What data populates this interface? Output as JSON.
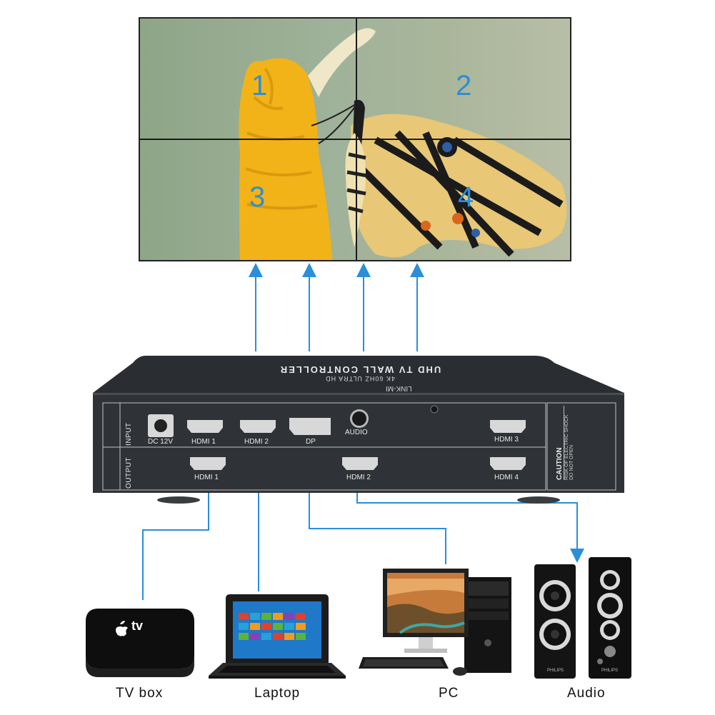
{
  "wall": {
    "quadrants": [
      "1",
      "2",
      "3",
      "4"
    ]
  },
  "controller": {
    "brand": "LINK-MI",
    "title": "UHD TV WALL CONTROLLER",
    "subtitle": "4K 60HZ ULTRA HD",
    "input_label": "INPUT",
    "output_label": "OUTPUT",
    "inputs": {
      "dc": "DC 12V",
      "hdmi1": "HDMI 1",
      "hdmi2": "HDMI 2",
      "dp": "DP",
      "audio": "AUDIO"
    },
    "outputs": {
      "hdmi1": "HDMI 1",
      "hdmi2": "HDMI 2",
      "hdmi3": "HDMI 3",
      "hdmi4": "HDMI 4"
    },
    "caution": {
      "title": "CAUTION",
      "line1": "RISK OF ELECTRIC SHOCK",
      "line2": "DO NOT OPEN"
    }
  },
  "devices": {
    "tv_box": "TV box",
    "laptop": "Laptop",
    "pc": "PC",
    "audio": "Audio",
    "apple_tv_logo": "tv",
    "speaker_brand": "PHILIPS"
  },
  "colors": {
    "arrow": "#2a8fd8",
    "controller_body": "#2b2e33",
    "wall_border": "#222222"
  }
}
